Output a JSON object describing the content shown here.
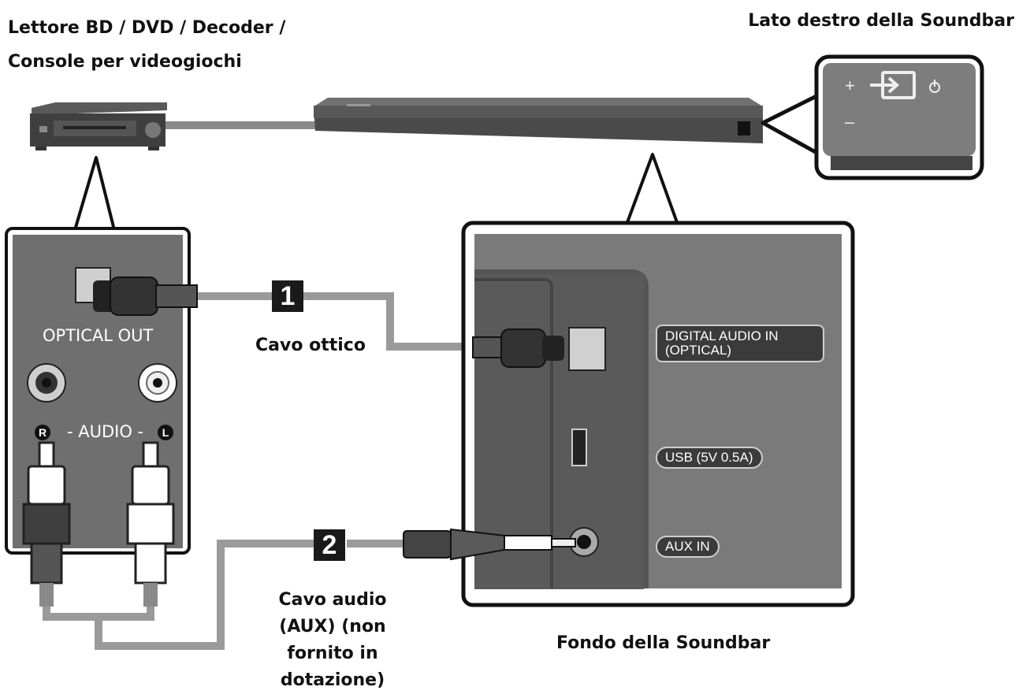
{
  "labels": {
    "source_device_line1": "Lettore BD / DVD / Decoder /",
    "source_device_line2": "Console per videogiochi",
    "soundbar_right_side": "Lato destro della Soundbar",
    "soundbar_bottom": "Fondo della Soundbar",
    "optical_cable": "Cavo ottico",
    "aux_cable": "Cavo audio (AUX) (non fornito in dotazione)"
  },
  "source_panel": {
    "optical_out": "OPTICAL OUT",
    "audio": "- AUDIO -",
    "right_channel": "R",
    "left_channel": "L"
  },
  "soundbar_ports": {
    "digital_audio_in": "DIGITAL AUDIO IN (OPTICAL)",
    "usb": "USB (5V 0.5A)",
    "aux_in": "AUX IN"
  },
  "soundbar_buttons": {
    "volume_up": "+",
    "volume_down": "–"
  },
  "steps": {
    "step1": "1",
    "step2": "2"
  }
}
